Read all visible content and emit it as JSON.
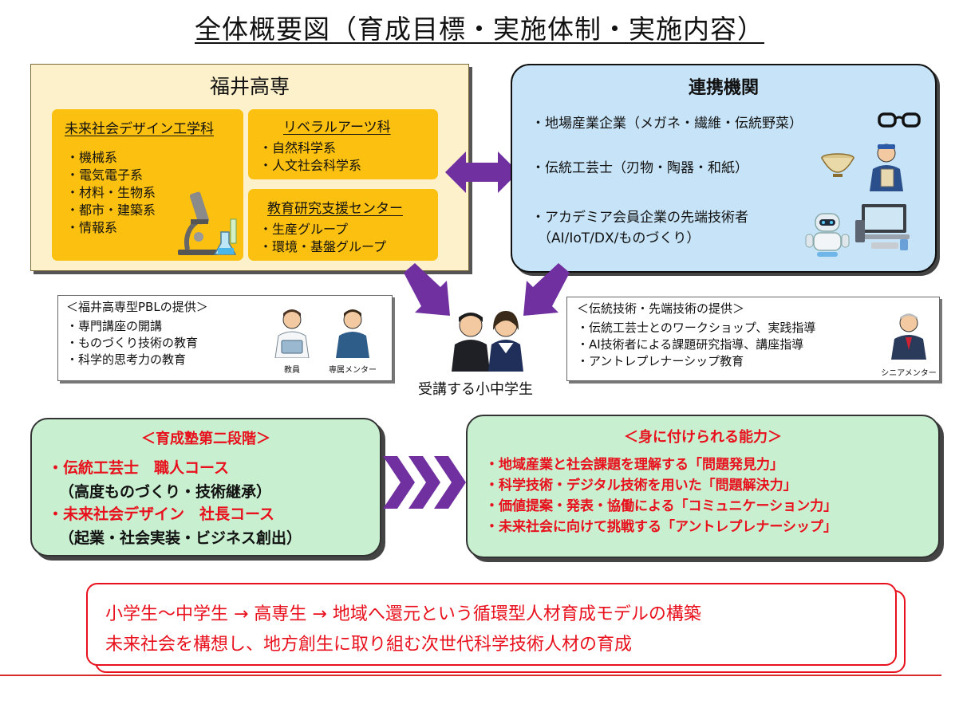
{
  "title": "全体概要図（育成目標・実施体制・実施内容）",
  "fukui": {
    "title": "福井高専",
    "mirai": {
      "heading": "未来社会デザイン工学科",
      "items": [
        "・機械系",
        "・電気電子系",
        "・材料・生物系",
        "・都市・建築系",
        "・情報系"
      ]
    },
    "liberal": {
      "heading": "リベラルアーツ科",
      "items": [
        "・自然科学系",
        "・人文社会科学系"
      ]
    },
    "center": {
      "heading": "教育研究支援センター",
      "items": [
        "・生産グループ",
        "・環境・基盤グループ"
      ]
    }
  },
  "partners": {
    "title": "連携機関",
    "row1": "・地場産業企業（メガネ・繊維・伝統野菜）",
    "row2": "・伝統工芸士（刃物・陶器・和紙）",
    "row3a": "・アカデミア会員企業の先端技術者",
    "row3b": "（AI/IoT/DX/ものづくり）"
  },
  "pbl": {
    "heading": "＜福井高専型PBLの提供＞",
    "items": [
      "・専門講座の開講",
      "・ものづくり技術の教育",
      "・科学的思考力の教育"
    ],
    "teacher_caption": "教員",
    "mentor_caption": "専属メンター"
  },
  "traditional": {
    "heading": "＜伝統技術・先端技術の提供＞",
    "items": [
      "・伝統工芸士とのワークショップ、実践指導",
      "・AI技術者による課題研究指導、講座指導",
      "・アントレプレナーシップ教育"
    ],
    "senior_caption": "シニアメンター"
  },
  "students_caption": "受講する小中学生",
  "stage2": {
    "heading": "＜育成塾第二段階＞",
    "course1": "・伝統工芸士　職人コース",
    "course1_sub": "（高度ものづくり・技術継承）",
    "course2": "・未来社会デザイン　社長コース",
    "course2_sub": "（起業・社会実装・ビジネス創出）"
  },
  "abilities": {
    "heading": "＜身に付けられる能力＞",
    "items": [
      "・地域産業と社会課題を理解する「問題発見力」",
      "・科学技術・デジタル技術を用いた「問題解決力」",
      "・価値提案・発表・協働による「コミュニケーション力」",
      "・未来社会に向けて挑戦する「アントレプレナーシップ」"
    ]
  },
  "summary": {
    "line1": "小学生〜中学生 → 高専生 → 地域へ還元という循環型人材育成モデルの構築",
    "line2": "未来社会を構想し、地方創生に取り組む次世代科学技術人材の育成"
  },
  "colors": {
    "purple": "#7030a0",
    "red": "#e8101c",
    "yellow": "#fcc010",
    "cream": "#fdf1cb",
    "blue": "#c6e3f7",
    "green": "#c8efcf"
  },
  "icons": [
    "microscope-icon",
    "glasses-icon",
    "bowl-icon",
    "craftsman-icon",
    "robot-icon",
    "computer-icon",
    "teacher-icon",
    "mentor-icon",
    "students-icon",
    "senior-mentor-icon",
    "chevron-right-icon",
    "double-arrow-icon",
    "down-arrow-icon"
  ]
}
